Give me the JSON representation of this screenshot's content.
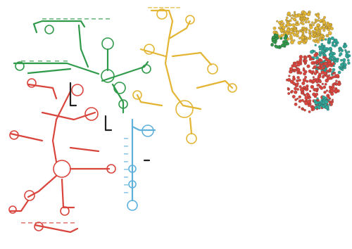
{
  "figure": {
    "panels": [
      {
        "id": "secondary-structure",
        "kind": "rna-secondary-structure-diagram"
      },
      {
        "id": "tertiary-structure",
        "kind": "3d-ribbon-model"
      }
    ],
    "domain_colors": {
      "green": "#2f9a49",
      "yellow": "#e3b533",
      "red": "#d9453c",
      "blue": "#5fb1dc",
      "black": "#222222",
      "teal": "#2fa89a"
    },
    "labels_note": ""
  }
}
